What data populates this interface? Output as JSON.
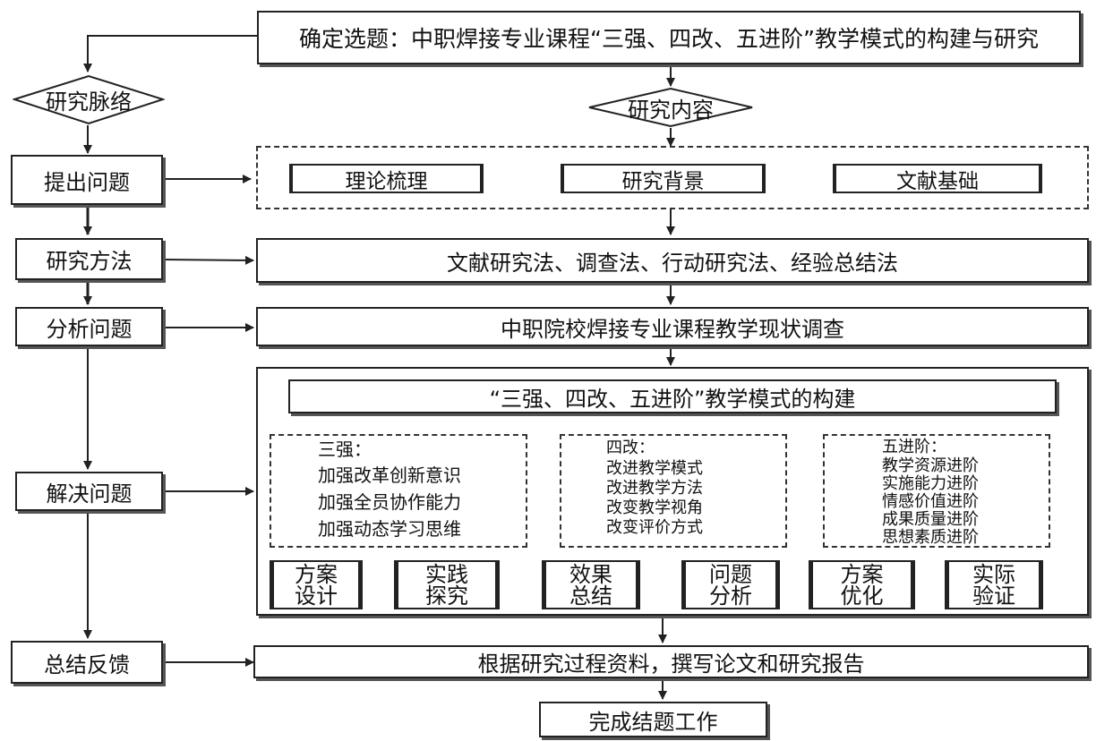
{
  "title": "确定选题：中职焊接专业课程“三强、四改、五进阶”教学模式的构建与研究",
  "diamonds": {
    "left": "研究脉络",
    "right": "研究内容"
  },
  "left_steps": [
    "提出问题",
    "研究方法",
    "分析问题",
    "解决问题",
    "总结反馈"
  ],
  "content": {
    "basis": [
      "理论梳理",
      "研究背景",
      "文献基础"
    ],
    "methods": "文献研究法、调查法、行动研究法、经验总结法",
    "survey": "中职院校焊接专业课程教学现状调查",
    "construct_title": "“三强、四改、五进阶”教学模式的构建",
    "three": {
      "heading": "三强：",
      "items": [
        "加强改革创新意识",
        "加强全员协作能力",
        "加强动态学习思维"
      ]
    },
    "four": {
      "heading": "四改：",
      "items": [
        "改进教学模式",
        "改进教学方法",
        "改变教学视角",
        "改变评价方式"
      ]
    },
    "five": {
      "heading": "五进阶：",
      "items": [
        "教学资源进阶",
        "实施能力进阶",
        "情感价值进阶",
        "成果质量进阶",
        "思想素质进阶"
      ]
    },
    "cycle": [
      {
        "l1": "方案",
        "l2": "设计"
      },
      {
        "l1": "实践",
        "l2": "探究"
      },
      {
        "l1": "效果",
        "l2": "总结"
      },
      {
        "l1": "问题",
        "l2": "分析"
      },
      {
        "l1": "方案",
        "l2": "优化"
      },
      {
        "l1": "实际",
        "l2": "验证"
      }
    ],
    "report": "根据研究过程资料，撰写论文和研究报告",
    "finish": "完成结题工作"
  }
}
